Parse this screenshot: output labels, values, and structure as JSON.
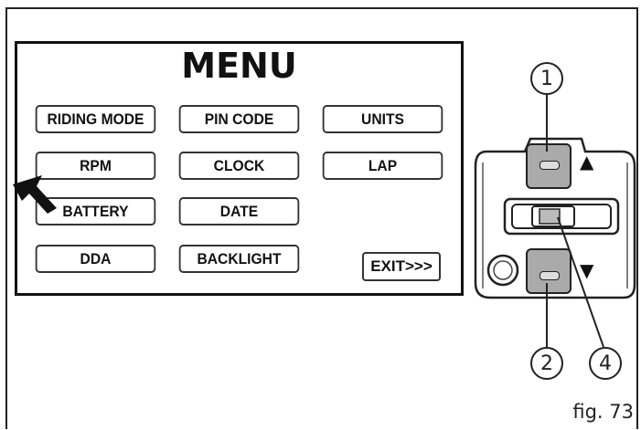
{
  "menu": {
    "title": "MENU",
    "items": [
      {
        "label": "RIDING MODE"
      },
      {
        "label": "PIN CODE"
      },
      {
        "label": "UNITS"
      },
      {
        "label": "RPM"
      },
      {
        "label": "CLOCK"
      },
      {
        "label": "LAP"
      },
      {
        "label": "BATTERY"
      },
      {
        "label": "DATE"
      },
      {
        "label": "DDA"
      },
      {
        "label": "BACKLIGHT"
      }
    ],
    "exit_label": "EXIT>>>"
  },
  "controller": {
    "callouts": [
      "1",
      "2",
      "4"
    ],
    "up_arrow": "▲",
    "down_arrow": "▼"
  },
  "figure": {
    "label": "fig. 73"
  }
}
